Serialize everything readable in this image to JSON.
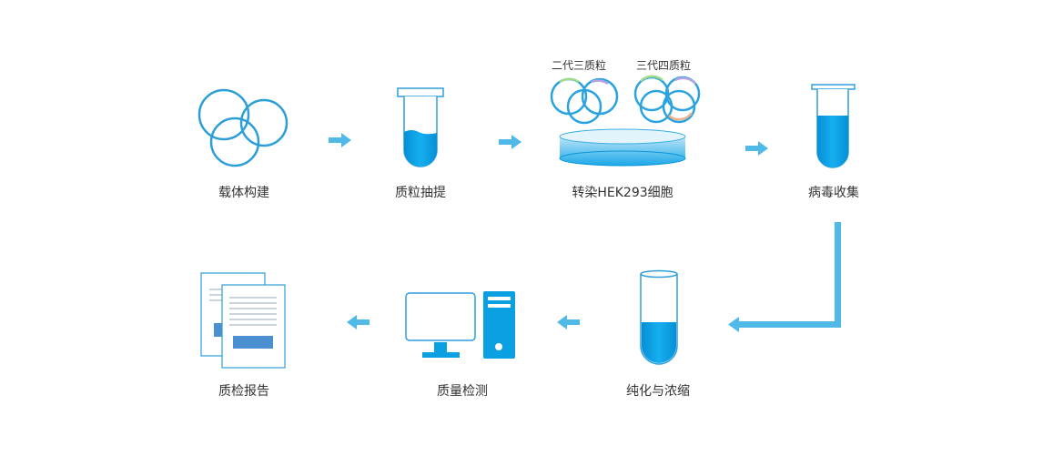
{
  "colors": {
    "primary": "#0aa0e2",
    "primary_light": "#6fcaf0",
    "arrow": "#4fb9e8",
    "outline": "#2d9fd8",
    "doc_bar": "#4a8fd0",
    "label": "#333333"
  },
  "steps": [
    {
      "id": "vector-construction",
      "label": "载体构建",
      "icon": "overlapping-rings-icon"
    },
    {
      "id": "plasmid-extraction",
      "label": "质粒抽提",
      "icon": "test-tube-icon"
    },
    {
      "id": "transfection",
      "label": "转染HEK293细胞",
      "icon": "petri-dish-icon"
    },
    {
      "id": "virus-harvest",
      "label": "病毒收集",
      "icon": "test-tube-full-icon"
    },
    {
      "id": "purification",
      "label": "纯化与浓缩",
      "icon": "test-tube-half-icon"
    },
    {
      "id": "quality-testing",
      "label": "质量检测",
      "icon": "computer-icon"
    },
    {
      "id": "qc-report",
      "label": "质检报告",
      "icon": "documents-icon"
    }
  ],
  "plasmid_systems": [
    {
      "label": "二代三质粒",
      "ring_count": 3
    },
    {
      "label": "三代四质粒",
      "ring_count": 4
    }
  ]
}
